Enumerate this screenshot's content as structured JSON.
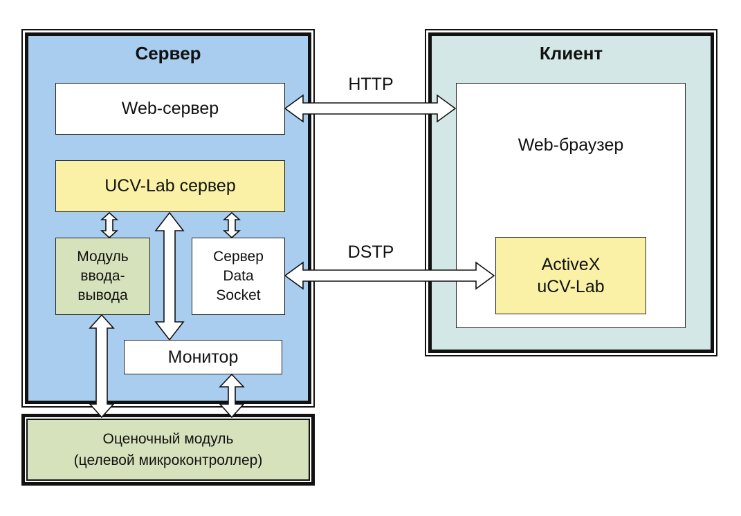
{
  "server": {
    "title": "Сервер",
    "web_server": "Web-сервер",
    "ucv_server": "UCV-Lab сервер",
    "io_module": "Модуль\nввода-\nвывода",
    "datasocket_server": "Сервер\nData\nSocket",
    "monitor": "Монитор"
  },
  "client": {
    "title": "Клиент",
    "web_browser": "Web-браузер",
    "activex": "ActiveX\nuCV-Lab"
  },
  "evaluation_module": {
    "line1": "Оценочный модуль",
    "line2": "(целевой микроконтроллер)"
  },
  "protocols": {
    "http": "HTTP",
    "dstp": "DSTP"
  },
  "colors": {
    "server_bg": "#a9cdef",
    "client_bg": "#d3e7e6",
    "module_green": "#d6e2bc",
    "ucv_yellow": "#faf1a6"
  }
}
